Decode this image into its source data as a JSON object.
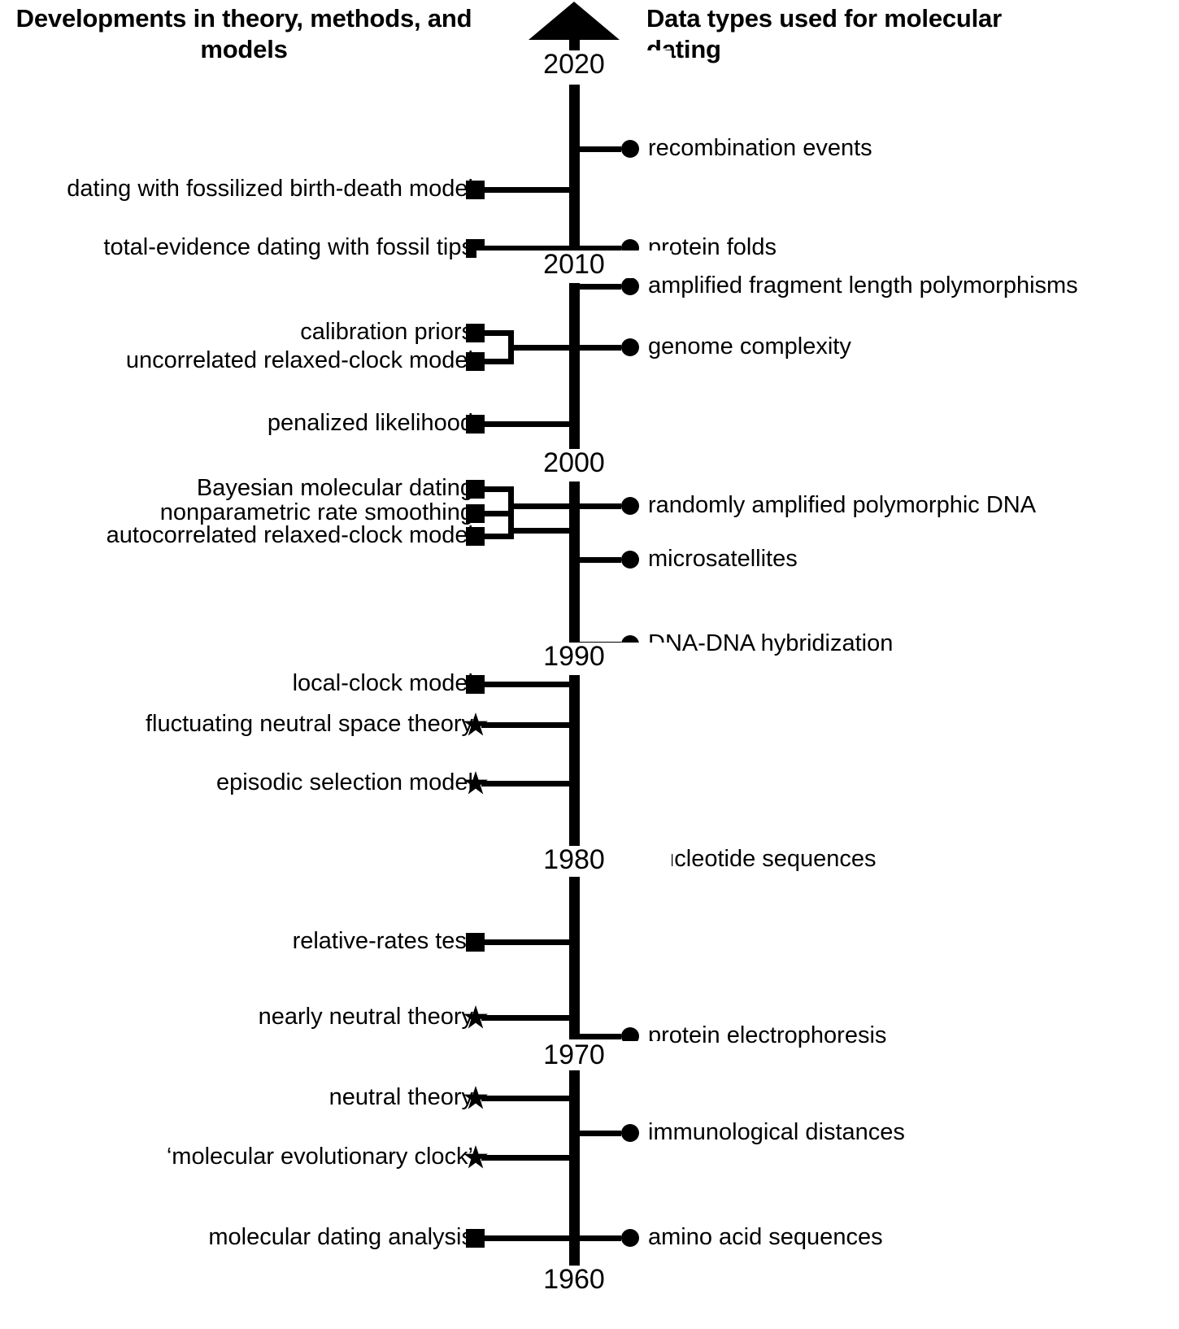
{
  "headings": {
    "left": "Developments in theory, methods, and models",
    "right": "Data types used for molecular dating"
  },
  "axis": {
    "direction": "up",
    "arrow_icon": "up-arrow-icon",
    "year_labels": [
      "2020",
      "2010",
      "2000",
      "1990",
      "1980",
      "1970",
      "1960"
    ]
  },
  "years": {
    "y2020": "2020",
    "y2010": "2010",
    "y2000": "2000",
    "y1990": "1990",
    "y1980": "1980",
    "y1970": "1970",
    "y1960": "1960"
  },
  "left_items": [
    {
      "label": "dating with fossilized birth-death model",
      "marker": "square",
      "year_approx": 2014
    },
    {
      "label": "total-evidence dating with fossil tips",
      "marker": "square",
      "year_approx": 2011
    },
    {
      "label": "calibration priors",
      "marker": "square",
      "year_approx": 2006
    },
    {
      "label": "uncorrelated relaxed-clock model",
      "marker": "square",
      "year_approx": 2006
    },
    {
      "label": "penalized likelihood",
      "marker": "square",
      "year_approx": 2002
    },
    {
      "label": "Bayesian molecular dating",
      "marker": "square",
      "year_approx": 1998
    },
    {
      "label": "nonparametric rate smoothing",
      "marker": "square",
      "year_approx": 1997
    },
    {
      "label": "autocorrelated relaxed-clock model",
      "marker": "square",
      "year_approx": 1997
    },
    {
      "label": "local-clock model",
      "marker": "square",
      "year_approx": 1989
    },
    {
      "label": "fluctuating neutral space theory",
      "marker": "star",
      "year_approx": 1987
    },
    {
      "label": "episodic selection model",
      "marker": "star",
      "year_approx": 1985
    },
    {
      "label": "relative-rates test",
      "marker": "square",
      "year_approx": 1976
    },
    {
      "label": "nearly neutral theory",
      "marker": "star",
      "year_approx": 1972
    },
    {
      "label": "neutral theory",
      "marker": "star",
      "year_approx": 1968
    },
    {
      "label": "‘molecular evolutionary clock’",
      "marker": "star",
      "year_approx": 1965
    },
    {
      "label": "molecular dating analysis",
      "marker": "square",
      "year_approx": 1962
    }
  ],
  "right_items": [
    {
      "label": "recombination events",
      "marker": "dot",
      "year_approx": 2016
    },
    {
      "label": "protein folds",
      "marker": "dot",
      "year_approx": 2011
    },
    {
      "label": "amplified fragment length polymorphisms",
      "marker": "dot",
      "year_approx": 2009
    },
    {
      "label": "genome complexity",
      "marker": "dot",
      "year_approx": 2006
    },
    {
      "label": "randomly amplified polymorphic DNA",
      "marker": "dot",
      "year_approx": 1997
    },
    {
      "label": "microsatellites",
      "marker": "dot",
      "year_approx": 1994
    },
    {
      "label": "DNA-DNA hybridization",
      "marker": "dot",
      "year_approx": 1990
    },
    {
      "label": "nucleotide sequences",
      "marker": "dot",
      "year_approx": 1980
    },
    {
      "label": "protein electrophoresis",
      "marker": "dot",
      "year_approx": 1971
    },
    {
      "label": "immunological distances",
      "marker": "dot",
      "year_approx": 1967
    },
    {
      "label": "amino acid sequences",
      "marker": "dot",
      "year_approx": 1962
    }
  ],
  "colors": {
    "ink": "#000000",
    "background": "#ffffff"
  }
}
